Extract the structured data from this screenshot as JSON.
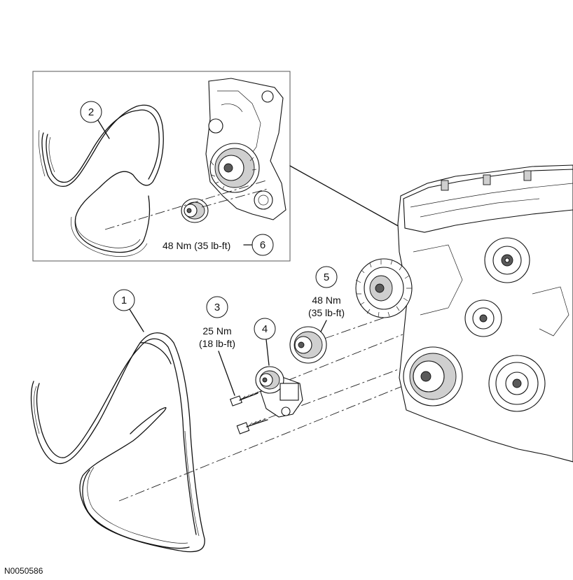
{
  "callouts": [
    {
      "id": "1",
      "label": "1"
    },
    {
      "id": "2",
      "label": "2"
    },
    {
      "id": "3",
      "label": "3"
    },
    {
      "id": "4",
      "label": "4"
    },
    {
      "id": "5",
      "label": "5"
    },
    {
      "id": "6",
      "label": "6"
    }
  ],
  "torques": {
    "t3_line1": "25 Nm",
    "t3_line2": "(18 lb-ft)",
    "t5_line1": "48 Nm",
    "t5_line2": "(35 lb-ft)",
    "t6_line1": "48 Nm (35 lb-ft)"
  },
  "figure_id": "N0050586"
}
